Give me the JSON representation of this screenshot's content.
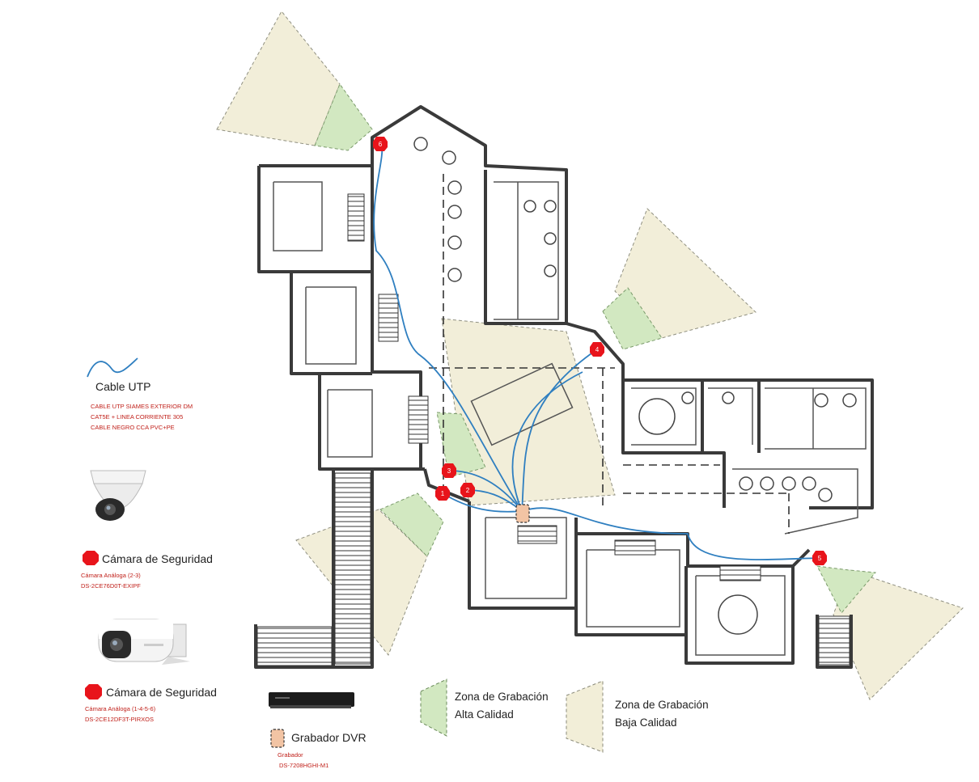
{
  "legend": {
    "cable": {
      "title": "Cable UTP",
      "lines": [
        "CABLE UTP SIAMES EXTERIOR DM",
        "CAT5E + LINEA CORRIENTE 305",
        "CABLE NEGRO CCA PVC+PE"
      ]
    },
    "dome_camera": {
      "title": "Cámara de Seguridad",
      "line1": "Cámara Análoga  (2-3)",
      "line2": "DS-2CE76D0T-EXIPF"
    },
    "bullet_camera": {
      "title": "Cámara de Seguridad",
      "line1": "Cámara Análoga  (1-4-5-6)",
      "line2": "DS-2CE12DF3T-PIRXOS"
    },
    "dvr": {
      "title": "Grabador DVR",
      "line1": "Grabador",
      "line2": "DS-7208HGHI-M1"
    },
    "zones": {
      "high": [
        "Zona de Grabación",
        "Alta Calidad"
      ],
      "low": [
        "Zona de Grabación",
        "Baja Calidad"
      ]
    }
  },
  "cameras": [
    "1",
    "2",
    "3",
    "4",
    "5",
    "6"
  ],
  "colors": {
    "camera": "#e8141b",
    "cable": "#2f7fc0",
    "zone_high": "#d2e8c1",
    "zone_low": "#f2eed8",
    "dvr": "#f2c4a4",
    "walls": "#3a3a3a"
  }
}
